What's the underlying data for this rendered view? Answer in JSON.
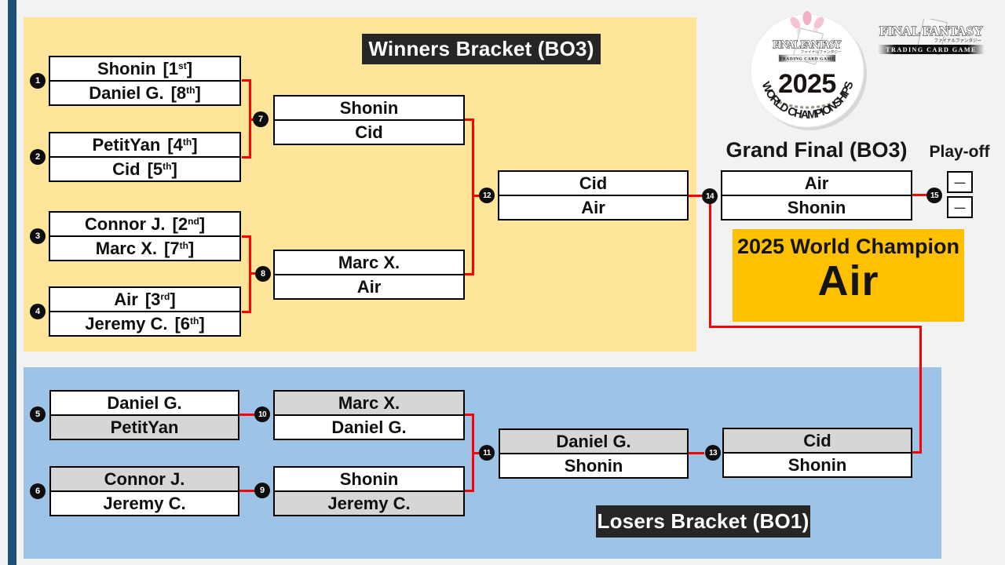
{
  "colors": {
    "page_bg": "#f2f2f2",
    "left_bar": "#1f4e79",
    "winners_panel": "#ffe59a",
    "losers_panel": "#9dc3e6",
    "header_bg": "#262626",
    "champion_gold": "#ffc000",
    "connector_red": "#fe0000",
    "loser_row_gray": "#d6d6d6"
  },
  "headers": {
    "winners": "Winners Bracket (BO3)",
    "losers": "Losers Bracket (BO1)",
    "grand_final": "Grand Final (BO3)",
    "playoff": "Play-off"
  },
  "champion": {
    "label": "2025 World Champion",
    "name": "Air"
  },
  "matches": {
    "1": {
      "num": "1",
      "rows": [
        {
          "name": "Shonin",
          "seed": "[1",
          "sup": "st",
          "close": "]"
        },
        {
          "name": "Daniel G.",
          "seed": "[8",
          "sup": "th",
          "close": "]"
        }
      ]
    },
    "2": {
      "num": "2",
      "rows": [
        {
          "name": "PetitYan",
          "seed": "[4",
          "sup": "th",
          "close": "]"
        },
        {
          "name": "Cid",
          "seed": "[5",
          "sup": "th",
          "close": "]"
        }
      ]
    },
    "3": {
      "num": "3",
      "rows": [
        {
          "name": "Connor J.",
          "seed": "[2",
          "sup": "nd",
          "close": "]"
        },
        {
          "name": "Marc X.",
          "seed": "[7",
          "sup": "th",
          "close": "]"
        }
      ]
    },
    "4": {
      "num": "4",
      "rows": [
        {
          "name": "Air",
          "seed": "[3",
          "sup": "rd",
          "close": "]"
        },
        {
          "name": "Jeremy C.",
          "seed": "[6",
          "sup": "th",
          "close": "]"
        }
      ]
    },
    "5": {
      "num": "5",
      "rows": [
        {
          "name": "Daniel G."
        },
        {
          "name": "PetitYan",
          "gray": true
        }
      ]
    },
    "6": {
      "num": "6",
      "rows": [
        {
          "name": "Connor J.",
          "gray": true
        },
        {
          "name": "Jeremy C."
        }
      ]
    },
    "7": {
      "num": "7",
      "rows": [
        {
          "name": "Shonin"
        },
        {
          "name": "Cid"
        }
      ]
    },
    "8": {
      "num": "8",
      "rows": [
        {
          "name": "Marc X."
        },
        {
          "name": "Air"
        }
      ]
    },
    "9": {
      "num": "9",
      "rows": [
        {
          "name": "Shonin"
        },
        {
          "name": "Jeremy C.",
          "gray": true
        }
      ]
    },
    "10": {
      "num": "10",
      "rows": [
        {
          "name": "Marc X.",
          "gray": true
        },
        {
          "name": "Daniel G."
        }
      ]
    },
    "11": {
      "num": "11",
      "rows": [
        {
          "name": "Daniel G.",
          "gray": true
        },
        {
          "name": "Shonin"
        }
      ]
    },
    "12": {
      "num": "12",
      "rows": [
        {
          "name": "Cid"
        },
        {
          "name": "Air"
        }
      ]
    },
    "13": {
      "num": "13",
      "rows": [
        {
          "name": "Cid",
          "gray": true
        },
        {
          "name": "Shonin"
        }
      ]
    },
    "14": {
      "num": "14",
      "rows": [
        {
          "name": "Air"
        },
        {
          "name": "Shonin"
        }
      ]
    },
    "15": {
      "num": "15",
      "slots": [
        "—",
        "—"
      ]
    }
  },
  "logos": {
    "badge": {
      "arc": "WORLD CHAMPIONSHIPS",
      "year": "2025",
      "brand": "FINAL FANTASY",
      "kana": "ファイナルファンタジー",
      "tagline": "TRADING CARD GAME"
    },
    "corner": {
      "brand": "FINAL FANTASY",
      "kana": "ファイナルファンタジー",
      "tagline": "TRADING CARD GAME"
    }
  }
}
